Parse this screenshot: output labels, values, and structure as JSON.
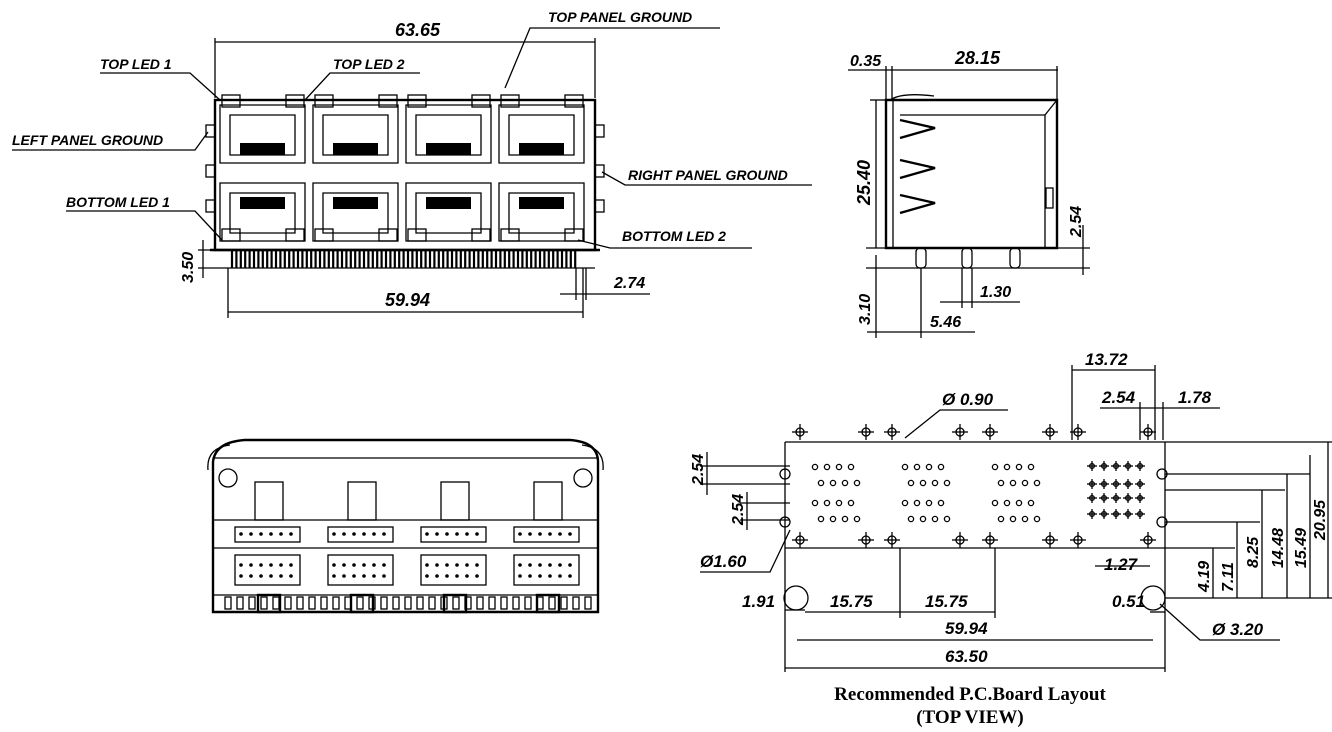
{
  "front_view": {
    "top_panel_ground": "TOP PANEL GROUND",
    "top_led_1": "TOP LED 1",
    "top_led_2": "TOP LED 2",
    "left_panel_ground": "LEFT PANEL GROUND",
    "right_panel_ground": "RIGHT PANEL GROUND",
    "bottom_led_1": "BOTTOM LED 1",
    "bottom_led_2": "BOTTOM LED 2",
    "dim_width": "63.65",
    "dim_pin_span": "59.94",
    "dim_height": "3.50",
    "dim_pin_pitch": "2.74"
  },
  "side_view": {
    "dim_offset": "0.35",
    "dim_depth": "28.15",
    "dim_height": "25.40",
    "dim_right": "2.54",
    "dim_pin_length": "3.10",
    "dim_pin_gap": "1.30",
    "dim_pin_spacing": "5.46"
  },
  "pcb_layout": {
    "dim_13_72": "13.72",
    "dim_2_54_top": "2.54",
    "dim_1_78": "1.78",
    "dim_hole": "Ø 0.90",
    "dim_2_54_left_a": "2.54",
    "dim_2_54_left_b": "2.54",
    "dim_hole_160": "Ø1.60",
    "dim_1_91": "1.91",
    "dim_15_75_a": "15.75",
    "dim_15_75_b": "15.75",
    "dim_59_94": "59.94",
    "dim_63_50": "63.50",
    "dim_0_51": "0.51",
    "dim_1_27": "1.27",
    "dim_hole_320": "Ø 3.20",
    "dim_4_19": "4.19",
    "dim_7_11": "7.11",
    "dim_8_25": "8.25",
    "dim_14_48": "14.48",
    "dim_15_49": "15.49",
    "dim_20_95": "20.95"
  },
  "caption": {
    "line1": "Recommended P.C.Board Layout",
    "line2": "(TOP VIEW)"
  }
}
